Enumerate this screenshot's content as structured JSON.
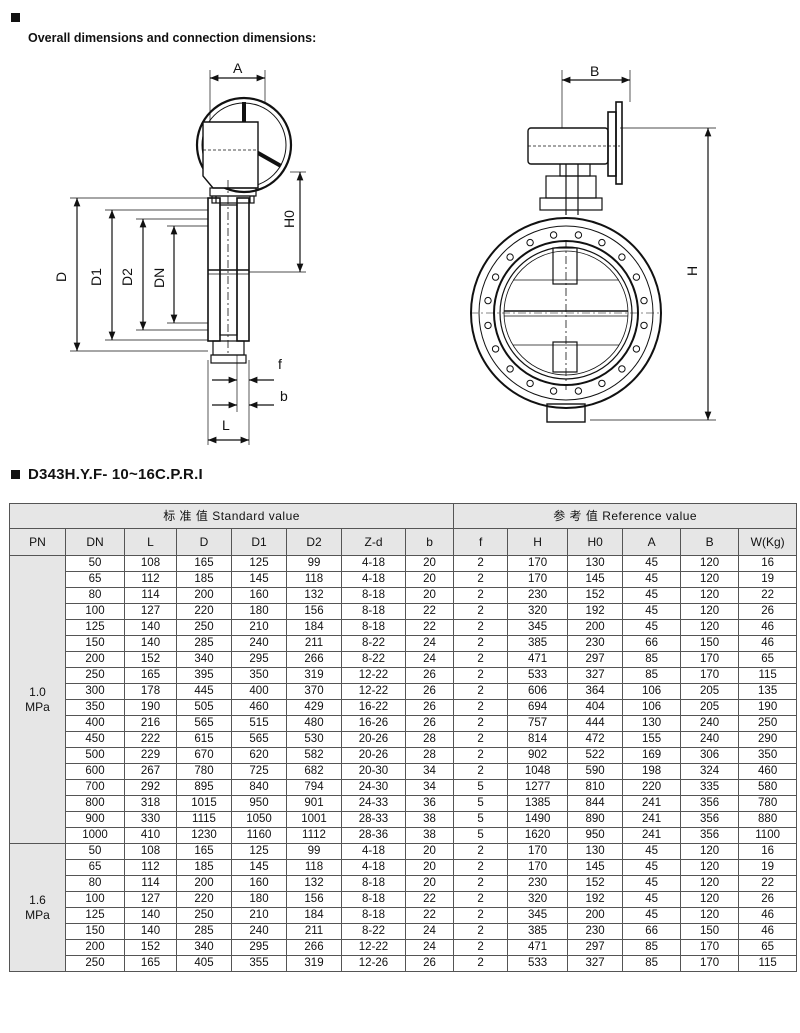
{
  "section1": {
    "heading": "Overall dimensions and connection dimensions:"
  },
  "drawing": {
    "labels": {
      "A": "A",
      "B": "B",
      "D": "D",
      "D1": "D1",
      "D2": "D2",
      "DN": "DN",
      "H0": "H0",
      "H": "H",
      "f": "f",
      "b": "b",
      "L": "L"
    }
  },
  "section2": {
    "heading": "D343H.Y.F- 10~16C.P.R.I"
  },
  "table": {
    "standard_title": "标 准 值  Standard value",
    "reference_title": "参 考 值  Reference value",
    "columns": [
      "PN",
      "DN",
      "L",
      "D",
      "D1",
      "D2",
      "Z-d",
      "b",
      "f",
      "H",
      "H0",
      "A",
      "B",
      "W(Kg)"
    ],
    "groups": [
      {
        "pn": "1.0 MPa",
        "pn_line1": "1.0",
        "pn_line2": "MPa",
        "rows": [
          [
            "50",
            "108",
            "165",
            "125",
            "99",
            "4-18",
            "20",
            "2",
            "170",
            "130",
            "45",
            "120",
            "16"
          ],
          [
            "65",
            "112",
            "185",
            "145",
            "118",
            "4-18",
            "20",
            "2",
            "170",
            "145",
            "45",
            "120",
            "19"
          ],
          [
            "80",
            "114",
            "200",
            "160",
            "132",
            "8-18",
            "20",
            "2",
            "230",
            "152",
            "45",
            "120",
            "22"
          ],
          [
            "100",
            "127",
            "220",
            "180",
            "156",
            "8-18",
            "22",
            "2",
            "320",
            "192",
            "45",
            "120",
            "26"
          ],
          [
            "125",
            "140",
            "250",
            "210",
            "184",
            "8-18",
            "22",
            "2",
            "345",
            "200",
            "45",
            "120",
            "46"
          ],
          [
            "150",
            "140",
            "285",
            "240",
            "211",
            "8-22",
            "24",
            "2",
            "385",
            "230",
            "66",
            "150",
            "46"
          ],
          [
            "200",
            "152",
            "340",
            "295",
            "266",
            "8-22",
            "24",
            "2",
            "471",
            "297",
            "85",
            "170",
            "65"
          ],
          [
            "250",
            "165",
            "395",
            "350",
            "319",
            "12-22",
            "26",
            "2",
            "533",
            "327",
            "85",
            "170",
            "115"
          ],
          [
            "300",
            "178",
            "445",
            "400",
            "370",
            "12-22",
            "26",
            "2",
            "606",
            "364",
            "106",
            "205",
            "135"
          ],
          [
            "350",
            "190",
            "505",
            "460",
            "429",
            "16-22",
            "26",
            "2",
            "694",
            "404",
            "106",
            "205",
            "190"
          ],
          [
            "400",
            "216",
            "565",
            "515",
            "480",
            "16-26",
            "26",
            "2",
            "757",
            "444",
            "130",
            "240",
            "250"
          ],
          [
            "450",
            "222",
            "615",
            "565",
            "530",
            "20-26",
            "28",
            "2",
            "814",
            "472",
            "155",
            "240",
            "290"
          ],
          [
            "500",
            "229",
            "670",
            "620",
            "582",
            "20-26",
            "28",
            "2",
            "902",
            "522",
            "169",
            "306",
            "350"
          ],
          [
            "600",
            "267",
            "780",
            "725",
            "682",
            "20-30",
            "34",
            "2",
            "1048",
            "590",
            "198",
            "324",
            "460"
          ],
          [
            "700",
            "292",
            "895",
            "840",
            "794",
            "24-30",
            "34",
            "5",
            "1277",
            "810",
            "220",
            "335",
            "580"
          ],
          [
            "800",
            "318",
            "1015",
            "950",
            "901",
            "24-33",
            "36",
            "5",
            "1385",
            "844",
            "241",
            "356",
            "780"
          ],
          [
            "900",
            "330",
            "1115",
            "1050",
            "1001",
            "28-33",
            "38",
            "5",
            "1490",
            "890",
            "241",
            "356",
            "880"
          ],
          [
            "1000",
            "410",
            "1230",
            "1160",
            "1112",
            "28-36",
            "38",
            "5",
            "1620",
            "950",
            "241",
            "356",
            "1100"
          ]
        ]
      },
      {
        "pn": "1.6 MPa",
        "pn_line1": "1.6",
        "pn_line2": "MPa",
        "rows": [
          [
            "50",
            "108",
            "165",
            "125",
            "99",
            "4-18",
            "20",
            "2",
            "170",
            "130",
            "45",
            "120",
            "16"
          ],
          [
            "65",
            "112",
            "185",
            "145",
            "118",
            "4-18",
            "20",
            "2",
            "170",
            "145",
            "45",
            "120",
            "19"
          ],
          [
            "80",
            "114",
            "200",
            "160",
            "132",
            "8-18",
            "20",
            "2",
            "230",
            "152",
            "45",
            "120",
            "22"
          ],
          [
            "100",
            "127",
            "220",
            "180",
            "156",
            "8-18",
            "22",
            "2",
            "320",
            "192",
            "45",
            "120",
            "26"
          ],
          [
            "125",
            "140",
            "250",
            "210",
            "184",
            "8-18",
            "22",
            "2",
            "345",
            "200",
            "45",
            "120",
            "46"
          ],
          [
            "150",
            "140",
            "285",
            "240",
            "211",
            "8-22",
            "24",
            "2",
            "385",
            "230",
            "66",
            "150",
            "46"
          ],
          [
            "200",
            "152",
            "340",
            "295",
            "266",
            "12-22",
            "24",
            "2",
            "471",
            "297",
            "85",
            "170",
            "65"
          ],
          [
            "250",
            "165",
            "405",
            "355",
            "319",
            "12-26",
            "26",
            "2",
            "533",
            "327",
            "85",
            "170",
            "115"
          ]
        ]
      }
    ]
  }
}
